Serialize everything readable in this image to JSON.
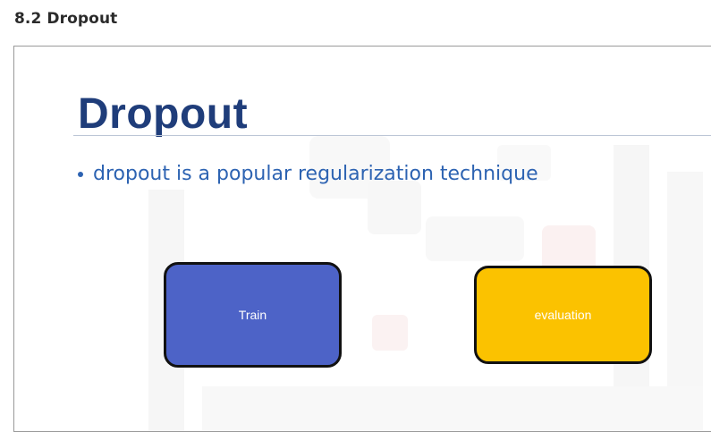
{
  "page": {
    "section_heading": "8.2 Dropout"
  },
  "slide": {
    "title": "Dropout",
    "bullets": [
      "dropout is a popular regularization technique"
    ],
    "boxes": {
      "train": {
        "label": "Train",
        "color": "#4d63c7"
      },
      "evaluation": {
        "label": "evaluation",
        "color": "#fbc200"
      }
    },
    "colors": {
      "title": "#1f3d7a",
      "bullet_text": "#2d63b2"
    }
  }
}
